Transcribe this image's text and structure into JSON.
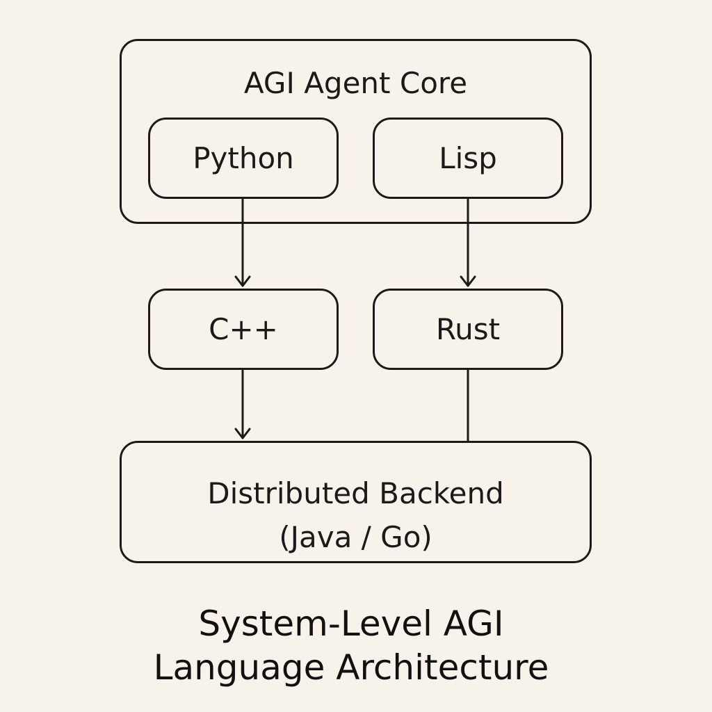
{
  "diagram": {
    "nodes": {
      "core": {
        "label": "AGI Agent Core"
      },
      "python": {
        "label": "Python"
      },
      "lisp": {
        "label": "Lisp"
      },
      "cpp": {
        "label": "C++"
      },
      "rust": {
        "label": "Rust"
      },
      "backend": {
        "line1": "Distributed Backend",
        "line2": "(Java / Go)"
      }
    },
    "edges": [
      {
        "from": "Python",
        "to": "C++",
        "arrow": true
      },
      {
        "from": "Lisp",
        "to": "Rust",
        "arrow": true
      },
      {
        "from": "C++",
        "to": "Distributed Backend",
        "arrow": true
      },
      {
        "from": "Rust",
        "to": "Distributed Backend",
        "arrow": false
      }
    ],
    "caption": {
      "line1": "System-Level AGI",
      "line2": "Language Architecture"
    },
    "colors": {
      "background": "#f8f3ea",
      "stroke": "#1a1a1a"
    }
  }
}
